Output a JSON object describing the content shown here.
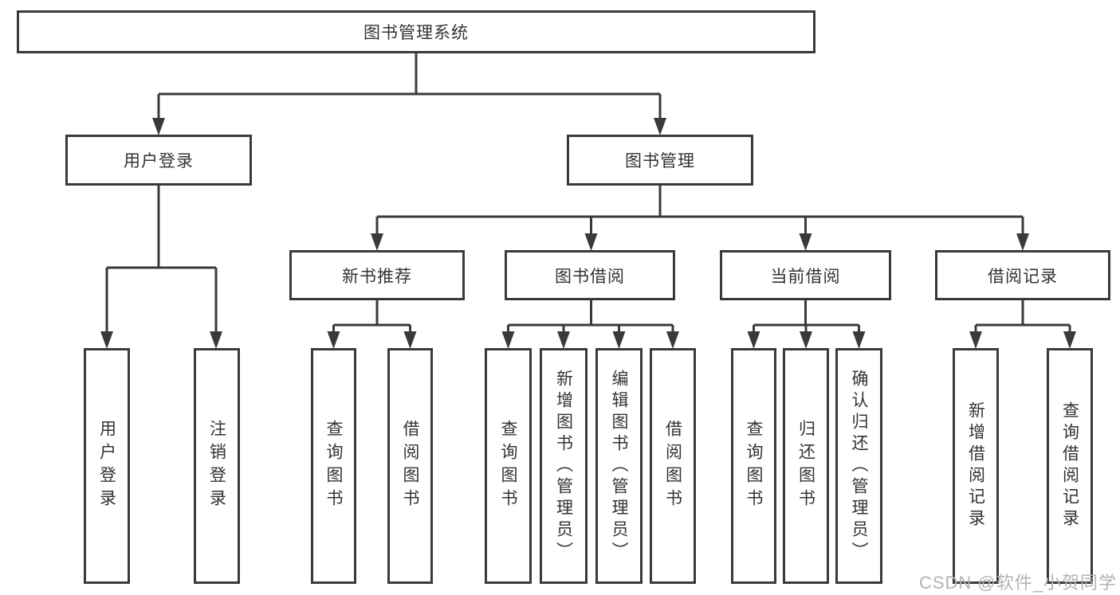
{
  "colors": {
    "line": "#3a3a3a",
    "text": "#333333",
    "watermark": "#b2b2b2",
    "background": "#ffffff"
  },
  "tree": {
    "label": "图书管理系统",
    "children": [
      {
        "label": "用户登录",
        "children": [
          {
            "label": "用户登录"
          },
          {
            "label": "注销登录"
          }
        ]
      },
      {
        "label": "图书管理",
        "children": [
          {
            "label": "新书推荐",
            "children": [
              {
                "label": "查询图书"
              },
              {
                "label": "借阅图书"
              }
            ]
          },
          {
            "label": "图书借阅",
            "children": [
              {
                "label": "查询图书"
              },
              {
                "label": "新增图书（管理员）"
              },
              {
                "label": "编辑图书（管理员）"
              },
              {
                "label": "借阅图书"
              }
            ]
          },
          {
            "label": "当前借阅",
            "children": [
              {
                "label": "查询图书"
              },
              {
                "label": "归还图书"
              },
              {
                "label": "确认归还（管理员）"
              }
            ]
          },
          {
            "label": "借阅记录",
            "children": [
              {
                "label": "新增借阅记录"
              },
              {
                "label": "查询借阅记录"
              }
            ]
          }
        ]
      }
    ]
  },
  "watermark": {
    "text": "CSDN @软件_小贺同学"
  }
}
